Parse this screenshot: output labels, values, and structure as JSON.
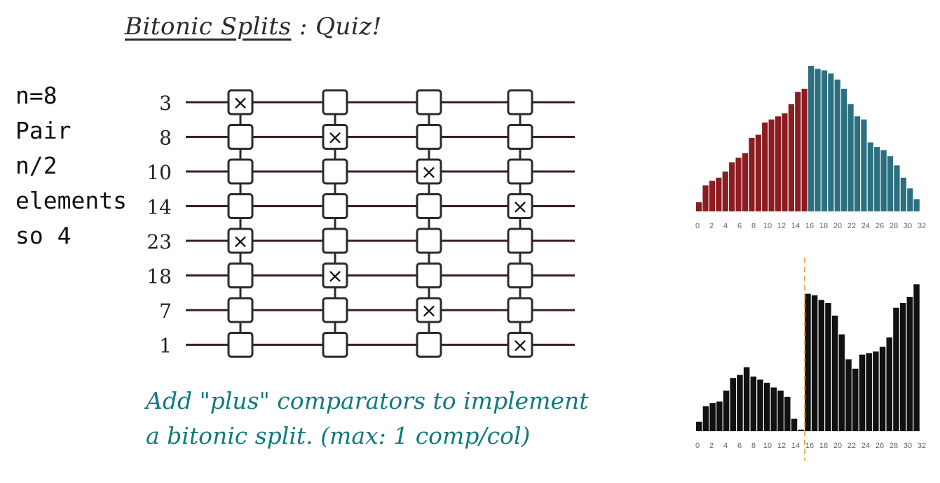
{
  "title": {
    "underlined": "Bitonic Splits",
    "rest": " : Quiz!"
  },
  "notes": [
    "n=8",
    "Pair",
    "n/2",
    "elements",
    "so 4"
  ],
  "instructions": [
    "Add \"plus\" comparators to implement",
    "a bitonic split. (max: 1 comp/col)"
  ],
  "network": {
    "inputs": [
      "3",
      "8",
      "10",
      "14",
      "23",
      "18",
      "7",
      "1"
    ],
    "columns": 4,
    "marked_cells": [
      [
        0,
        0
      ],
      [
        0,
        4
      ],
      [
        1,
        1
      ],
      [
        1,
        5
      ],
      [
        2,
        2
      ],
      [
        2,
        6
      ],
      [
        3,
        3
      ],
      [
        3,
        7
      ]
    ],
    "mark_symbol": "×",
    "colors": {
      "wire": "#3a1e1e",
      "box_stroke": "#2b2b2b"
    }
  },
  "chart_data": [
    {
      "type": "bar",
      "x": [
        0,
        1,
        2,
        3,
        4,
        5,
        6,
        7,
        8,
        9,
        10,
        11,
        12,
        13,
        14,
        15,
        16,
        17,
        18,
        19,
        20,
        21,
        22,
        23,
        24,
        25,
        26,
        27,
        28,
        29,
        30,
        31
      ],
      "values": [
        6,
        17,
        20,
        22,
        26,
        32,
        35,
        38,
        48,
        50,
        58,
        60,
        62,
        64,
        70,
        78,
        80,
        95,
        93,
        92,
        90,
        86,
        80,
        70,
        62,
        60,
        45,
        42,
        40,
        36,
        30,
        22,
        15,
        8
      ],
      "xticks": [
        "0",
        "2",
        "4",
        "6",
        "8",
        "10",
        "12",
        "14",
        "16",
        "18",
        "20",
        "22",
        "24",
        "26",
        "28",
        "30",
        "32"
      ],
      "series_colors": {
        "first_half": "#8b1c1f",
        "second_half": "#2b6f80"
      }
    },
    {
      "type": "bar",
      "x": [
        0,
        1,
        2,
        3,
        4,
        5,
        6,
        7,
        8,
        9,
        10,
        11,
        12,
        13,
        14,
        15,
        16,
        17,
        18,
        19,
        20,
        21,
        22,
        23,
        24,
        25,
        26,
        27,
        28,
        29,
        30,
        31
      ],
      "values": [
        6,
        16,
        18,
        19,
        26,
        34,
        36,
        41,
        35,
        33,
        31,
        28,
        26,
        22,
        8,
        1,
        88,
        87,
        84,
        82,
        74,
        62,
        46,
        40,
        49,
        50,
        51,
        54,
        60,
        79,
        82,
        86,
        94
      ],
      "xticks": [
        "0",
        "2",
        "4",
        "6",
        "8",
        "10",
        "12",
        "14",
        "16",
        "18",
        "20",
        "22",
        "24",
        "26",
        "28",
        "30",
        "32"
      ],
      "split_marker_at": 15.5,
      "colors": {
        "bars": "#111111",
        "marker": "#e8b24a"
      }
    }
  ]
}
